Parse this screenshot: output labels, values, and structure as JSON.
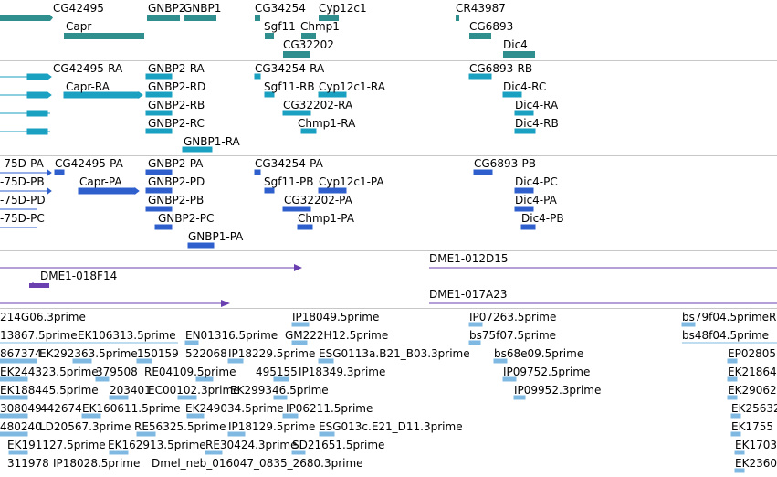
{
  "colors": {
    "gene": "#2f8e8e",
    "transcript_cds": "#1aa0c0",
    "protein": "#2e5fcc",
    "clone": "#6a3fb0",
    "est": "#7fb8e0",
    "separator": "#c7c7c7"
  },
  "tracks": {
    "genes": {
      "labels": [
        "CG42495",
        "Capr",
        "GNBP2",
        "GNBP1",
        "CG34254",
        "Sgf11",
        "Chmp1",
        "CG32202",
        "Cyp12c1",
        "CR43987",
        "CG6893",
        "Dic4"
      ]
    },
    "transcripts": {
      "labels": [
        "CG42495-RA",
        "Capr-RA",
        "GNBP2-RA",
        "GNBP2-RD",
        "GNBP2-RB",
        "GNBP2-RC",
        "GNBP1-RA",
        "CG34254-RA",
        "Sgf11-RB",
        "Cyp12c1-RA",
        "CG32202-RA",
        "Chmp1-RA",
        "CG6893-RB",
        "Dic4-RC",
        "Dic4-RA",
        "Dic4-RB"
      ]
    },
    "proteins": {
      "labels": [
        "-75D-PA",
        "-75D-PB",
        "-75D-PD",
        "-75D-PC",
        "CG42495-PA",
        "Capr-PA",
        "GNBP2-PA",
        "GNBP2-PD",
        "GNBP2-PB",
        "GNBP2-PC",
        "GNBP1-PA",
        "CG34254-PA",
        "Sgf11-PB",
        "Cyp12c1-PA",
        "CG32202-PA",
        "Chmp1-PA",
        "CG6893-PB",
        "Dic4-PC",
        "Dic4-PA",
        "Dic4-PB"
      ]
    },
    "clones": {
      "labels": [
        "DME1-012D15",
        "DME1-018F14",
        "DME1-017A23"
      ]
    },
    "ests": {
      "labels": [
        "214G06.3prime",
        "IP18049.5prime",
        "IP07263.5prime",
        "bs79f04.5prime",
        "R",
        "13867.5prime",
        "EK106313.5prime",
        "EN01316.5prime",
        "GM222H12.5prime",
        "bs75f07.5prime",
        "bs48f04.5prime",
        "867374",
        "EK292363.5prime",
        "150159",
        "522068",
        "IP18229.5prime",
        "ESG0113a.B21_B03.3prime",
        "bs68e09.5prime",
        "EP02805",
        "EK244323.5prime",
        "379508",
        "RE04109.5prime",
        "495155",
        "IP18349.3prime",
        "IP09752.5prime",
        "EK21864",
        "EK188445.5prime",
        "203401",
        "EC00102.3prime",
        "EK299346.5prime",
        "IP09952.3prime",
        "EK29062",
        "308049",
        "442674",
        "EK160611.5prime",
        "EK249034.5prime",
        "IP06211.5prime",
        "EK25632",
        "480240",
        "LD20567.3prime",
        "RE56325.5prime",
        "IP18129.5prime",
        "ESG013c.E21_D11.3prime",
        "EK1755",
        "EK191127.5prime",
        "EK162913.5prime",
        "RE30424.3prime",
        "SD21651.5prime",
        "EK1703",
        "311978",
        "IP18028.5prime",
        "Dmel_neb_016047_0835_2680.3prime",
        "EK2360"
      ]
    }
  }
}
